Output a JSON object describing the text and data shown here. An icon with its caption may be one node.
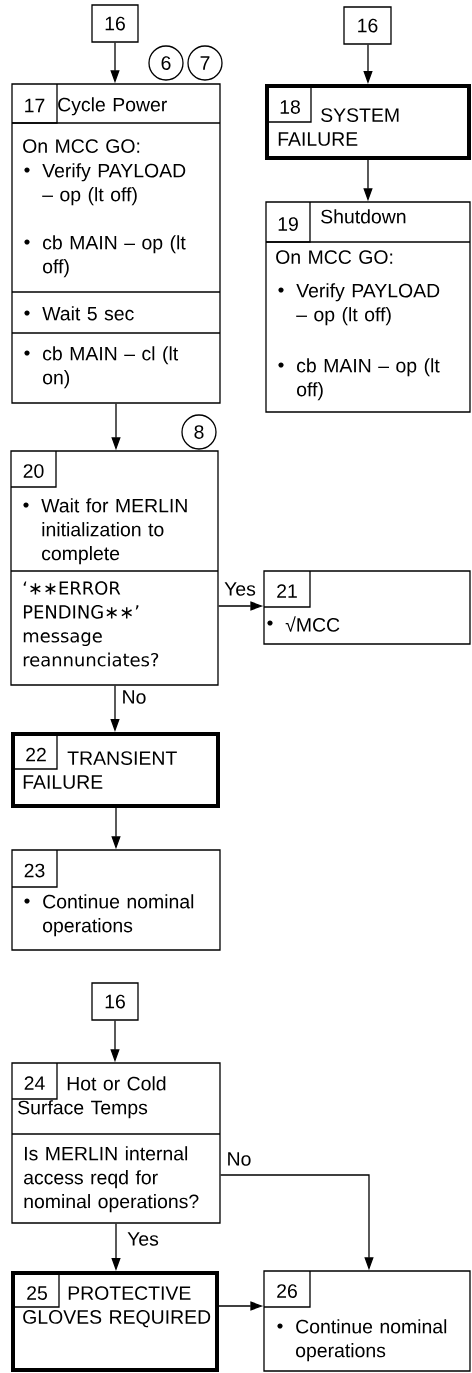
{
  "diagram": {
    "nodes": [
      {
        "text": [
          "16"
        ]
      },
      {
        "text": [
          "17",
          "Cycle Power",
          "On MCC GO:",
          "Verify PAYLOAD – op (lt off)",
          "cb MAIN – op (lt off)",
          "Wait 5 sec",
          "cb MAIN – cl (lt on)"
        ],
        "beside": [
          "6",
          "7"
        ]
      },
      {
        "text": [
          "16"
        ]
      },
      {
        "text": [
          "18",
          "SYSTEM FAILURE"
        ]
      },
      {
        "text": [
          "19",
          "Shutdown",
          "On MCC GO:",
          "Verify PAYLOAD – op (lt off)",
          "cb MAIN – op (lt off)"
        ]
      },
      {
        "text": [
          "20",
          "Wait for MERLIN initialization to complete",
          "‘∗∗ERROR PENDING∗∗’ message reannunciates?"
        ],
        "beside": [
          "8"
        ]
      },
      {
        "text": [
          "21",
          "√MCC"
        ]
      },
      {
        "text": [
          "22",
          "TRANSIENT FAILURE"
        ]
      },
      {
        "text": [
          "23",
          "Continue nominal operations"
        ]
      },
      {
        "text": [
          "16"
        ]
      },
      {
        "text": [
          "24",
          "Hot or Cold Surface Temps",
          "Is MERLIN internal access reqd for nominal operations?"
        ]
      },
      {
        "text": [
          "25",
          "PROTECTIVE GLOVES REQUIRED"
        ]
      },
      {
        "text": [
          "26",
          "Continue nominal operations"
        ]
      }
    ],
    "edges": [
      {
        "from": 0,
        "to": 1,
        "arrow": "to"
      },
      {
        "from": 2,
        "to": 3,
        "arrow": "to"
      },
      {
        "from": 3,
        "to": 4,
        "arrow": "to"
      },
      {
        "from": 1,
        "to": 5,
        "arrow": "to"
      },
      {
        "from": 5,
        "to": 6,
        "arrow": "to",
        "label": "Yes"
      },
      {
        "from": 5,
        "to": 7,
        "arrow": "to",
        "label": "No"
      },
      {
        "from": 7,
        "to": 8,
        "arrow": "to"
      },
      {
        "from": 9,
        "to": 10,
        "arrow": "to"
      },
      {
        "from": 10,
        "to": 11,
        "arrow": "to",
        "label": "Yes"
      },
      {
        "from": 10,
        "to": 12,
        "arrow": "to",
        "label": "No"
      },
      {
        "from": 11,
        "to": 12,
        "arrow": "to"
      }
    ]
  }
}
